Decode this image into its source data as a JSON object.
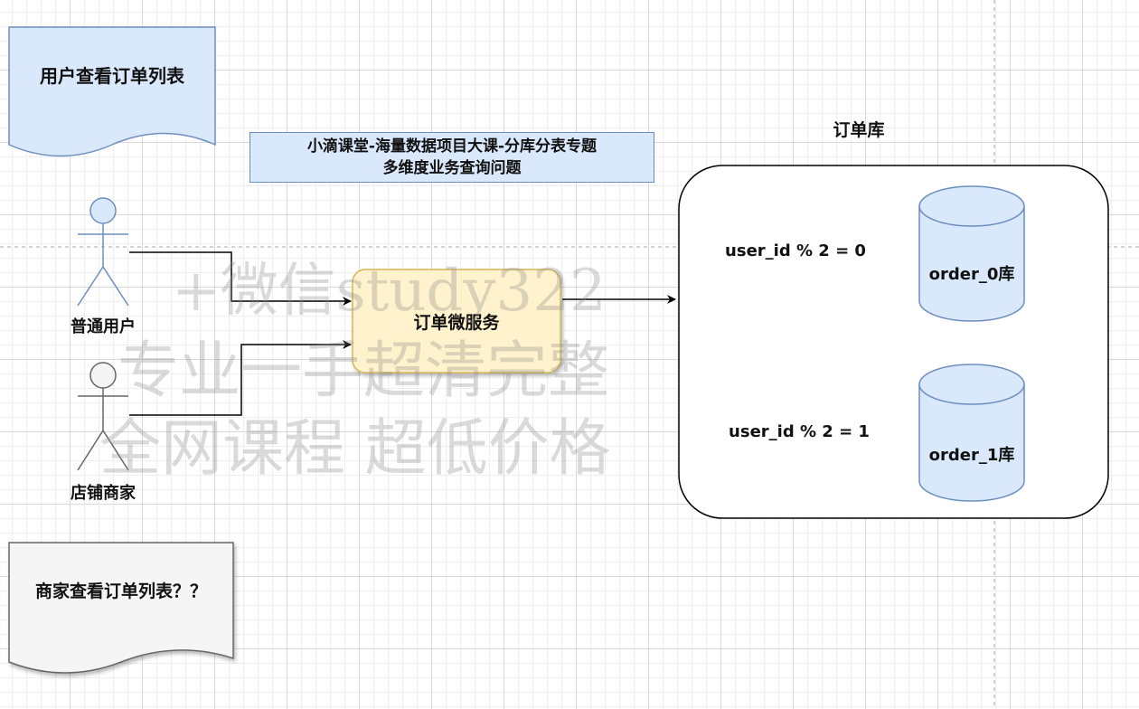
{
  "documents": {
    "user_view": "用户查看订单列表",
    "merchant_view": "商家查看订单列表？？"
  },
  "title": {
    "line1": "小滴课堂-海量数据项目大课-分库分表专题",
    "line2": "多维度业务查询问题"
  },
  "actors": {
    "user": "普通用户",
    "merchant": "店铺商家"
  },
  "service": {
    "label": "订单微服务"
  },
  "database": {
    "title": "订单库",
    "rules": [
      "user_id % 2 = 0",
      "user_id % 2 = 1"
    ],
    "tables": [
      "order_0库",
      "order_1库"
    ]
  },
  "watermark": {
    "line1": "+微信study322",
    "line2": "专业一手超清完整",
    "line3": "全网课程 超低价格"
  },
  "colors": {
    "blue_fill": "#dae8fc",
    "blue_stroke": "#6c8ebf",
    "service_fill": "#fff2cc",
    "service_stroke": "#d6b656",
    "merchant_doc_fill": "#f5f5f5",
    "merchant_doc_stroke": "#666666"
  }
}
